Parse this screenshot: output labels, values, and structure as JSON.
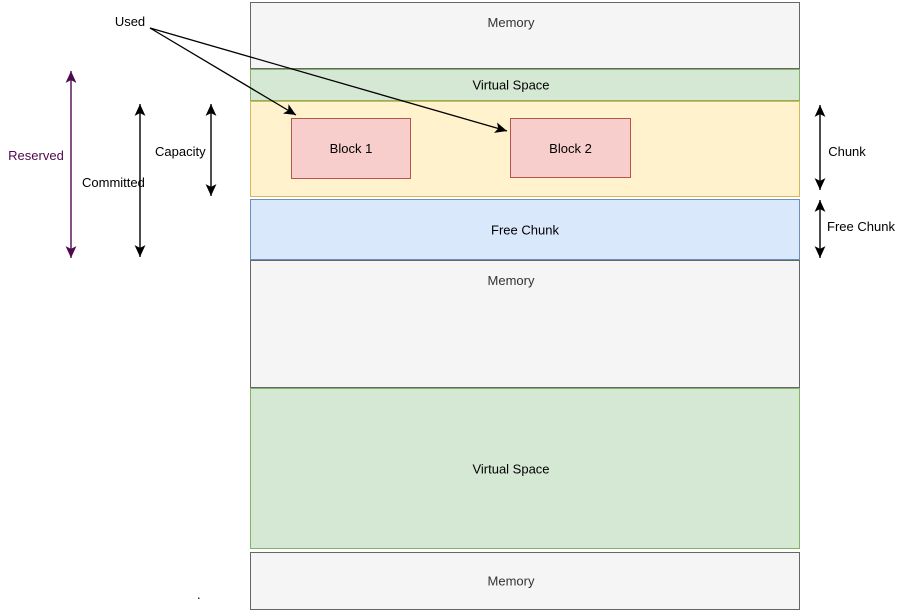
{
  "diagram": {
    "title_hint": "memory layout diagram",
    "bands": [
      {
        "name": "memory-top",
        "label": "Memory",
        "fill": "#f5f5f5",
        "stroke": "#666666"
      },
      {
        "name": "virtual-space-top",
        "label": "Virtual Space",
        "fill": "#d5e8d4",
        "stroke": "#82b366"
      },
      {
        "name": "chunk-band",
        "label": "",
        "fill": "#fff2cc",
        "stroke": "#d6b656"
      },
      {
        "name": "free-chunk-band",
        "label": "Free Chunk",
        "fill": "#dae8fc",
        "stroke": "#6c8ebf"
      },
      {
        "name": "memory-middle",
        "label": "Memory",
        "fill": "#f5f5f5",
        "stroke": "#666666"
      },
      {
        "name": "virtual-space-bottom",
        "label": "Virtual Space",
        "fill": "#d5e8d4",
        "stroke": "#82b366"
      },
      {
        "name": "memory-bottom",
        "label": "Memory",
        "fill": "#f5f5f5",
        "stroke": "#666666"
      }
    ],
    "blocks": [
      {
        "label": "Block 1",
        "fill": "#f8cecc",
        "stroke": "#b85450"
      },
      {
        "label": "Block 2",
        "fill": "#f8cecc",
        "stroke": "#b85450"
      }
    ],
    "annotations": {
      "used": "Used",
      "reserved": "Reserved",
      "committed": "Committed",
      "capacity": "Capacity",
      "chunk": "Chunk",
      "free_chunk": "Free Chunk"
    },
    "colors": {
      "reserved_accent": "#4d0a4d",
      "arrow": "#000000"
    },
    "stray_text": "."
  }
}
